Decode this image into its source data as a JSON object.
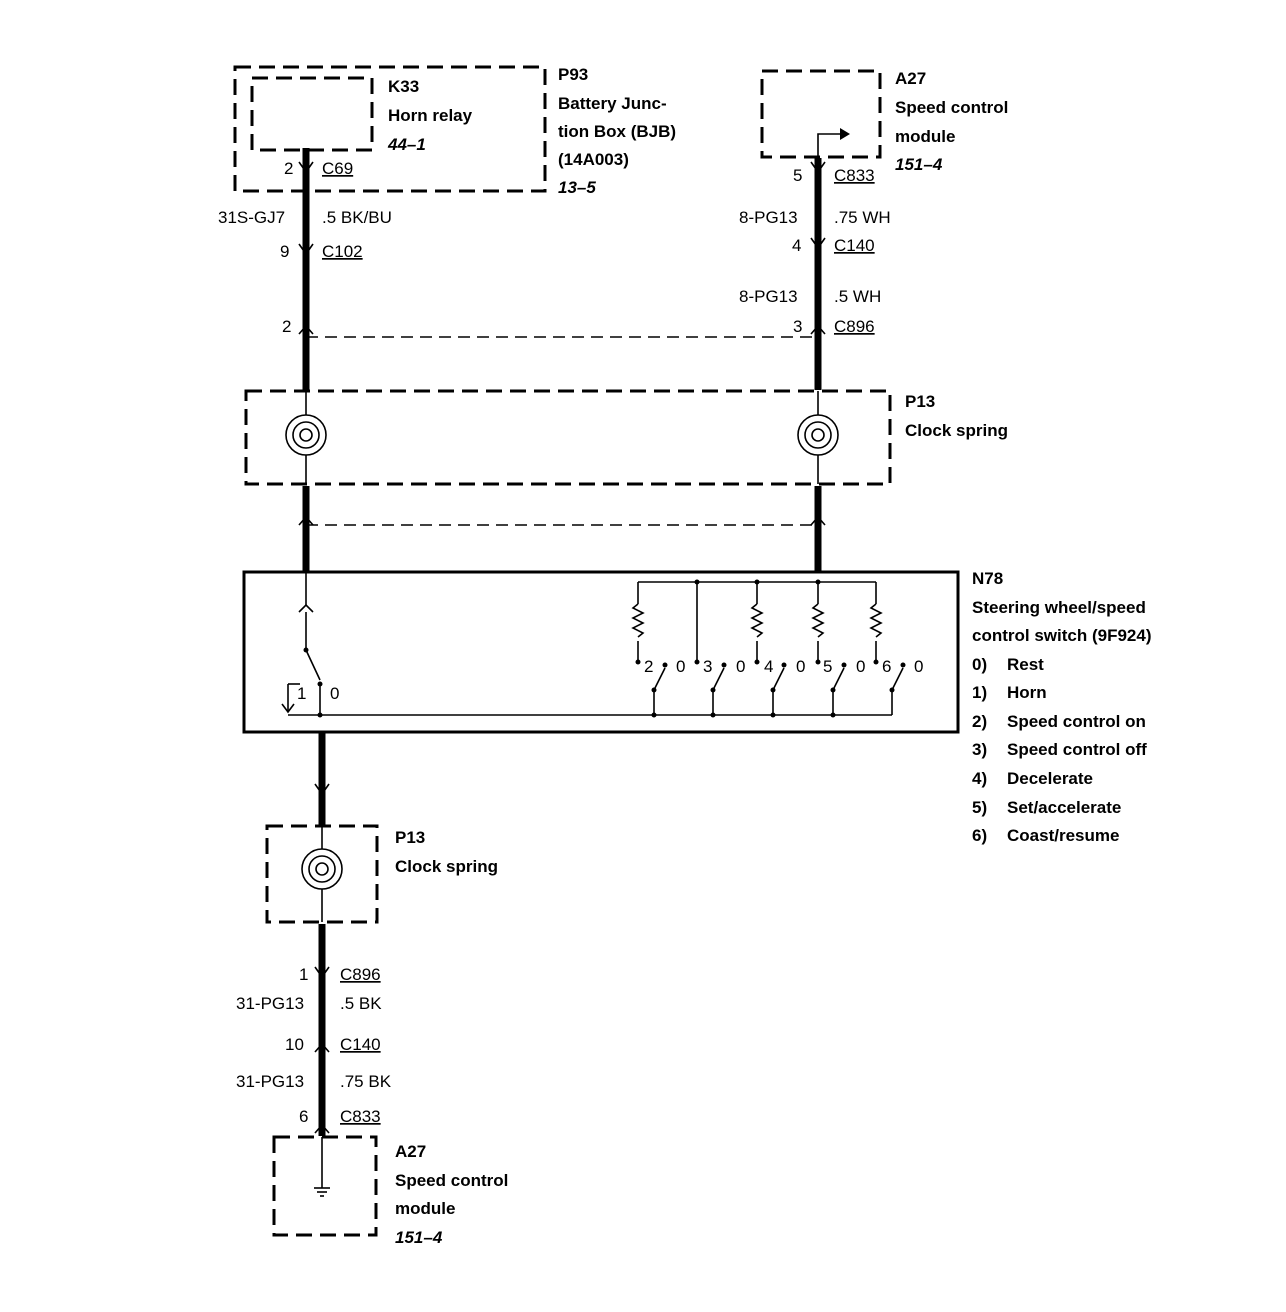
{
  "top_left": {
    "relay_id": "K33",
    "relay_name": "Horn relay",
    "relay_ref": "44–1",
    "pin": "2",
    "connector": "C69",
    "box_id": "P93",
    "box_name_1": "Battery Junc-",
    "box_name_2": "tion Box (BJB)",
    "box_part": "(14A003)",
    "box_ref": "13–5",
    "circuit": "31S-GJ7",
    "wire": ".5 BK/BU",
    "c102_pin": "9",
    "c102": "C102",
    "c896_pin": "2"
  },
  "top_right": {
    "id": "A27",
    "name_1": "Speed control",
    "name_2": "module",
    "ref": "151–4",
    "c833_pin": "5",
    "c833": "C833",
    "circuit_1": "8-PG13",
    "wire_1": ".75 WH",
    "c140_pin": "4",
    "c140": "C140",
    "circuit_2": "8-PG13",
    "wire_2": ".5 WH",
    "c896_pin": "3",
    "c896": "C896"
  },
  "clock_spring_top": {
    "id": "P13",
    "name": "Clock spring"
  },
  "switch": {
    "id": "N78",
    "name_1": "Steering wheel/speed",
    "name_2": "control switch (9F924)",
    "positions": [
      {
        "num": "0)",
        "label": "Rest"
      },
      {
        "num": "1)",
        "label": "Horn"
      },
      {
        "num": "2)",
        "label": "Speed control on"
      },
      {
        "num": "3)",
        "label": "Speed control off"
      },
      {
        "num": "4)",
        "label": "Decelerate"
      },
      {
        "num": "5)",
        "label": "Set/accelerate"
      },
      {
        "num": "6)",
        "label": "Coast/resume"
      }
    ],
    "horn_pos_1": "1",
    "horn_pos_0": "0",
    "contact_labels": [
      "2",
      "0",
      "3",
      "0",
      "4",
      "0",
      "5",
      "0",
      "6",
      "0"
    ]
  },
  "clock_spring_bottom": {
    "id": "P13",
    "name": "Clock spring"
  },
  "bottom": {
    "c896_pin": "1",
    "c896": "C896",
    "circuit_1": "31-PG13",
    "wire_1": ".5 BK",
    "c140_pin": "10",
    "c140": "C140",
    "circuit_2": "31-PG13",
    "wire_2": ".75 BK",
    "c833_pin": "6",
    "c833": "C833",
    "module_id": "A27",
    "module_name_1": "Speed control",
    "module_name_2": "module",
    "module_ref": "151–4"
  }
}
